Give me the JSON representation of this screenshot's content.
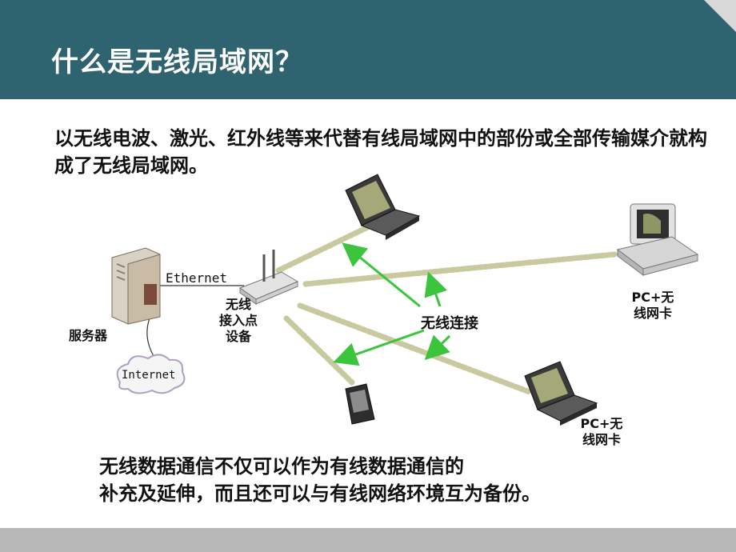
{
  "slide": {
    "title": "什么是无线局域网？",
    "intro": "以无线电波、激光、红外线等来代替有线局域网中的部份或全部传输媒介就构成了无线局域网。",
    "footer_line1": "无线数据通信不仅可以作为有线数据通信的",
    "footer_line2": "补充及延伸，而且还可以与有线网络环境互为备份。"
  },
  "diagram": {
    "server_label": "服务器",
    "ethernet_label": "Ethernet",
    "internet_label": "Internet",
    "ap_label_lines": [
      "无线",
      "接入点",
      "设备"
    ],
    "wireless_label": "无线连接",
    "pc_label_top": [
      "PC+无",
      "线网卡"
    ],
    "pc_label_bottom": [
      "PC+无",
      "线网卡"
    ]
  },
  "colors": {
    "header": "#2f6370",
    "arrow": "#3cc43c",
    "signal": "#c8c89e",
    "bottom_bar": "#b7b7b7"
  }
}
